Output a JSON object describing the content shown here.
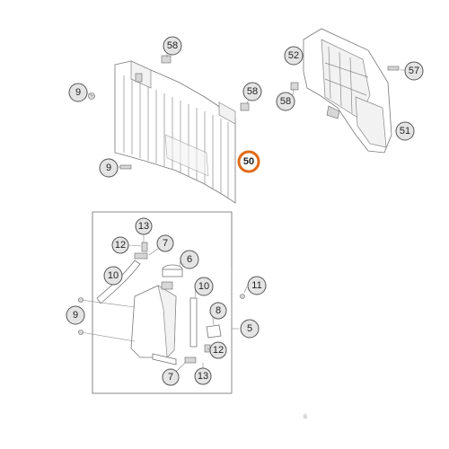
{
  "diagram": {
    "highlight_color": "#e06a17",
    "callouts": [
      {
        "id": "c58a",
        "label": "58"
      },
      {
        "id": "c52",
        "label": "52"
      },
      {
        "id": "c57",
        "label": "57"
      },
      {
        "id": "c58b",
        "label": "58"
      },
      {
        "id": "c58c",
        "label": "58"
      },
      {
        "id": "c9a",
        "label": "9"
      },
      {
        "id": "c51",
        "label": "51"
      },
      {
        "id": "c50",
        "label": "50",
        "highlighted": true
      },
      {
        "id": "c9b",
        "label": "9"
      },
      {
        "id": "c13a",
        "label": "13"
      },
      {
        "id": "c12a",
        "label": "12"
      },
      {
        "id": "c7a",
        "label": "7"
      },
      {
        "id": "c6",
        "label": "6"
      },
      {
        "id": "c10a",
        "label": "10"
      },
      {
        "id": "c10b",
        "label": "10"
      },
      {
        "id": "c11",
        "label": "11"
      },
      {
        "id": "c9c",
        "label": "9"
      },
      {
        "id": "c8",
        "label": "8"
      },
      {
        "id": "c5",
        "label": "5"
      },
      {
        "id": "c12b",
        "label": "12"
      },
      {
        "id": "c7b",
        "label": "7"
      },
      {
        "id": "c13b",
        "label": "13"
      }
    ],
    "footnote": "B"
  }
}
